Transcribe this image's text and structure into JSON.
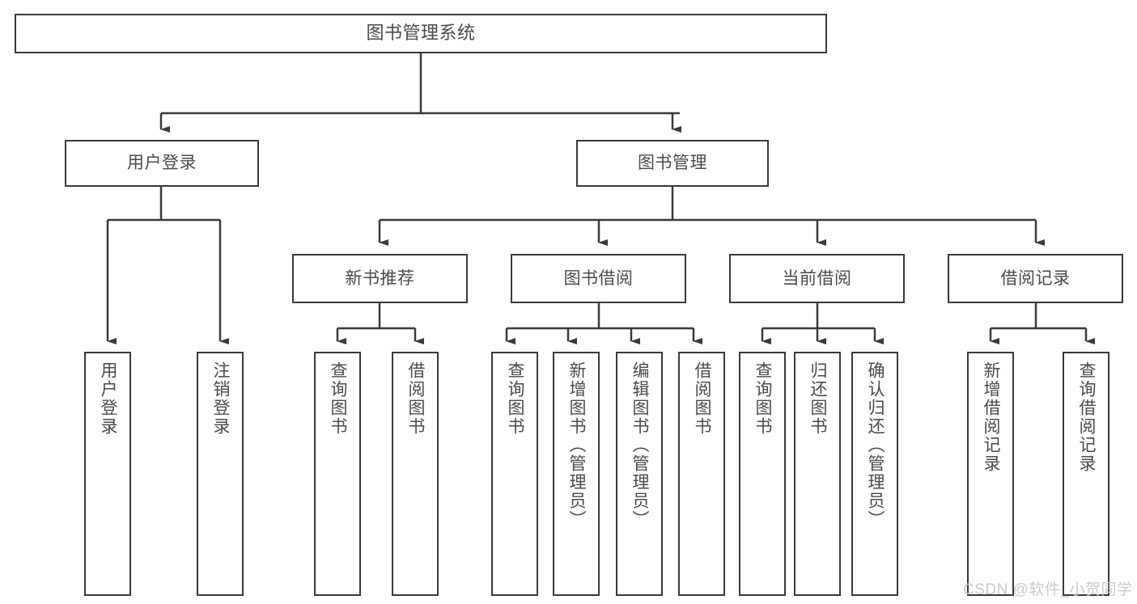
{
  "diagram": {
    "title": "图书管理系统",
    "watermark": "CSDN @软件_小贺同学",
    "colors": {
      "box_border": "#3a3a3a",
      "box_fill": "#ffffff",
      "text": "#4a4a4a",
      "connector": "#3a3a3a",
      "watermark": "#c9c9c9",
      "background": "#ffffff"
    },
    "root": {
      "label": "图书管理系统"
    },
    "level2": [
      {
        "label": "用户登录"
      },
      {
        "label": "图书管理"
      }
    ],
    "level3": [
      {
        "label": "新书推荐"
      },
      {
        "label": "图书借阅"
      },
      {
        "label": "当前借阅"
      },
      {
        "label": "借阅记录"
      }
    ],
    "leaves": {
      "user_login": [
        {
          "label": "用户登录"
        },
        {
          "label": "注销登录"
        }
      ],
      "new_book_recommend": [
        {
          "label": "查询图书"
        },
        {
          "label": "借阅图书"
        }
      ],
      "book_borrow": [
        {
          "label": "查询图书"
        },
        {
          "label": "新增图书（管理员）"
        },
        {
          "label": "编辑图书（管理员）"
        },
        {
          "label": "借阅图书"
        }
      ],
      "current_borrow": [
        {
          "label": "查询图书"
        },
        {
          "label": "归还图书"
        },
        {
          "label": "确认归还（管理员）"
        }
      ],
      "borrow_records": [
        {
          "label": "新增借阅记录"
        },
        {
          "label": "查询借阅记录"
        }
      ]
    }
  }
}
